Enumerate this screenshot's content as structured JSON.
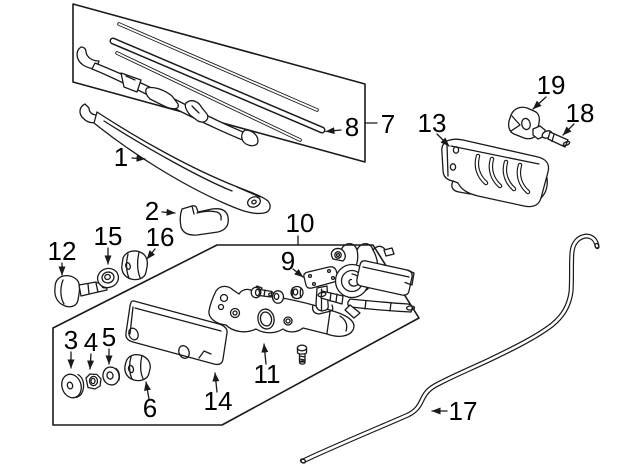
{
  "figure": {
    "background": "#ffffff",
    "line_color": "#1a1a1a",
    "text_color": "#000000",
    "description_visible_text_only": "numeric part callouts 1-19"
  },
  "callouts": {
    "c1": {
      "label": "1"
    },
    "c2": {
      "label": "2"
    },
    "c3": {
      "label": "3"
    },
    "c4": {
      "label": "4"
    },
    "c5": {
      "label": "5"
    },
    "c6": {
      "label": "6"
    },
    "c7": {
      "label": "7"
    },
    "c8": {
      "label": "8"
    },
    "c9": {
      "label": "9"
    },
    "c10": {
      "label": "10"
    },
    "c11": {
      "label": "11"
    },
    "c12": {
      "label": "12"
    },
    "c13": {
      "label": "13"
    },
    "c14": {
      "label": "14"
    },
    "c15": {
      "label": "15"
    },
    "c16": {
      "label": "16"
    },
    "c17": {
      "label": "17"
    },
    "c18": {
      "label": "18"
    },
    "c19": {
      "label": "19"
    }
  }
}
